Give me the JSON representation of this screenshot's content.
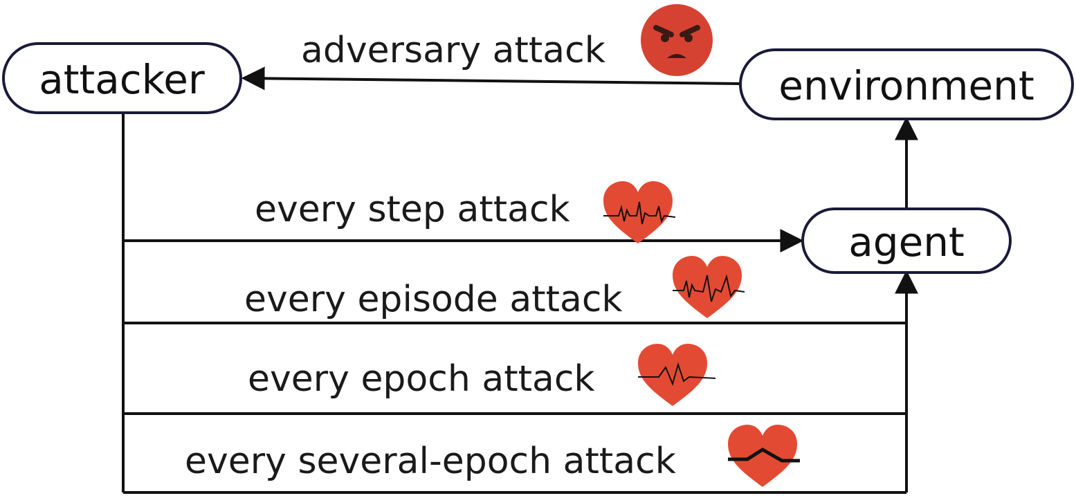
{
  "nodes": {
    "attacker": "attacker",
    "environment": "environment",
    "agent": "agent"
  },
  "edges": {
    "adversary": "adversary attack",
    "every_step": "every step attack",
    "every_episode": "every episode attack",
    "every_epoch": "every epoch attack",
    "every_several_epoch": "every several-epoch attack"
  },
  "icons": {
    "angry_face": "angry-face-icon",
    "heart_fast": "heartbeat-heart-icon",
    "heart_slow": "heartbeat-heart-icon"
  },
  "colors": {
    "heart": "#e34a33",
    "angry_face": "#d64232",
    "line": "#111111",
    "node_border": "#1a1a3a"
  }
}
